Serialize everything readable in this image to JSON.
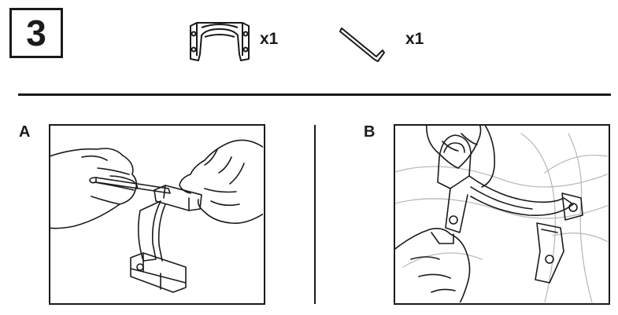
{
  "step": {
    "number": "3"
  },
  "parts": [
    {
      "name": "bracket",
      "icon": "bracket-icon",
      "quantity": "x1"
    },
    {
      "name": "hex-key",
      "icon": "hex-key-icon",
      "quantity": "x1"
    }
  ],
  "panels": [
    {
      "label": "A",
      "illustration": "hands-hex-key-bracket-icon"
    },
    {
      "label": "B",
      "illustration": "hands-bracket-on-handlebar-icon"
    }
  ],
  "colors": {
    "ink": "#1a1a1a",
    "background": "#ffffff",
    "faint": "#bbbbbb"
  }
}
